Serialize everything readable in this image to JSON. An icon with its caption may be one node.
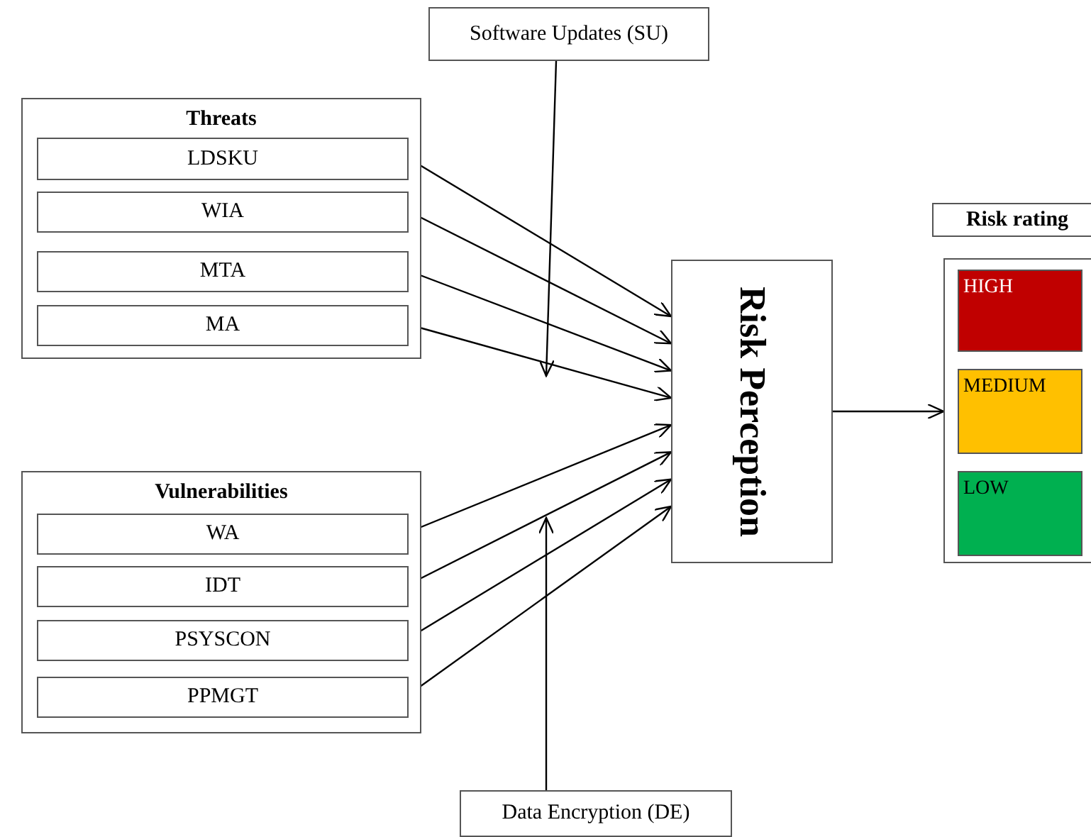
{
  "diagram": {
    "nodes": [
      {
        "text": [
          "Software Updates (SU)"
        ]
      },
      {
        "text": [
          "Threats"
        ]
      },
      {
        "text": [
          "LDSKU"
        ],
        "in": 1
      },
      {
        "text": [
          "WIA"
        ],
        "in": 1
      },
      {
        "text": [
          "MTA"
        ],
        "in": 1
      },
      {
        "text": [
          "MA"
        ],
        "in": 1
      },
      {
        "text": [
          "Vulnerabilities"
        ]
      },
      {
        "text": [
          "WA"
        ],
        "in": 6
      },
      {
        "text": [
          "IDT"
        ],
        "in": 6
      },
      {
        "text": [
          "PSYSCON"
        ],
        "in": 6
      },
      {
        "text": [
          "PPMGT"
        ],
        "in": 6
      },
      {
        "text": [
          "Risk Perception"
        ]
      },
      {
        "text": [
          "Risk rating"
        ]
      },
      {
        "text": [],
        "shape": "box"
      },
      {
        "text": [
          "HIGH"
        ],
        "in": 13
      },
      {
        "text": [
          "MEDIUM"
        ],
        "in": 13
      },
      {
        "text": [
          "LOW"
        ],
        "in": 13
      },
      {
        "text": [
          "Data Encryption (DE)"
        ]
      }
    ],
    "edges": [
      {
        "from": 2,
        "to": 11,
        "arrow": "to"
      },
      {
        "from": 3,
        "to": 11,
        "arrow": "to"
      },
      {
        "from": 4,
        "to": 11,
        "arrow": "to"
      },
      {
        "from": 5,
        "to": 11,
        "arrow": "to"
      },
      {
        "from": 7,
        "to": 11,
        "arrow": "to"
      },
      {
        "from": 8,
        "to": 11,
        "arrow": "to"
      },
      {
        "from": 9,
        "to": 11,
        "arrow": "to"
      },
      {
        "from": 10,
        "to": 11,
        "arrow": "to"
      },
      {
        "from": 0,
        "to": null,
        "arrow": "to"
      },
      {
        "from": 17,
        "to": null,
        "arrow": "to"
      },
      {
        "from": 11,
        "to": 13,
        "arrow": "to"
      }
    ]
  }
}
